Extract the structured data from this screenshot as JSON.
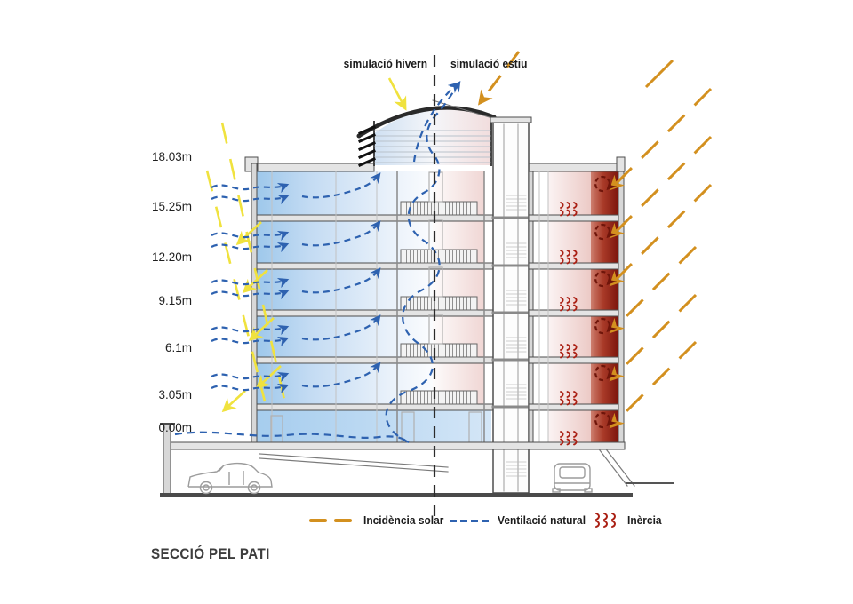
{
  "diagram": {
    "simulation_labels": {
      "winter": "simulació hivern",
      "summer": "simulació estiu"
    },
    "floor_levels": [
      "18.03m",
      "15.25m",
      "12.20m",
      "9.15m",
      "6.1m",
      "3.05m",
      "0.00m"
    ],
    "legend": {
      "solar_label": "Incidència solar",
      "ventilation_label": "Ventilació natural",
      "inertia_label": "Inèrcia"
    },
    "caption": "SECCIÓ PEL PATI",
    "colors": {
      "winter_sun": "#f0e23e",
      "summer_sun": "#d3901f",
      "ventilation": "#2e62b0",
      "inertia": "#aa2014",
      "thermal_mass": "#7c150c",
      "cool_zone": "#a3cbec",
      "warm_zone": "#ecc9c5"
    }
  }
}
